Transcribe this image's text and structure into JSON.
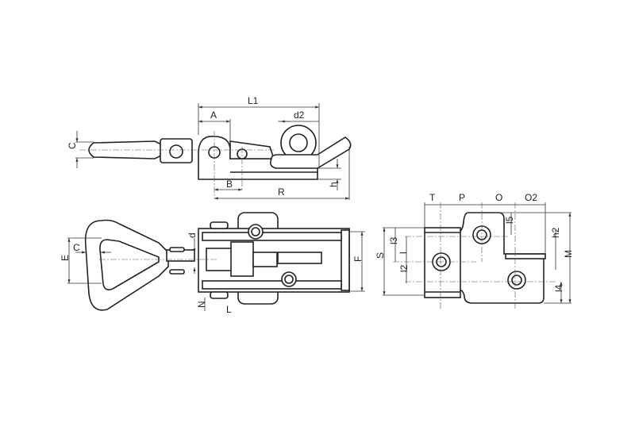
{
  "side_view": {
    "L1": "L1",
    "A": "A",
    "d2": "d2",
    "C": "C",
    "B": "B",
    "R": "R",
    "h": "h"
  },
  "top_view": {
    "E": "E",
    "C": "C",
    "d": "d",
    "N": "N",
    "L": "L",
    "F": "F"
  },
  "plate_view": {
    "T": "T",
    "P": "P",
    "O": "O",
    "O2": "O2",
    "S": "S",
    "l3": "l3",
    "l": "l",
    "l2": "l2",
    "l5": "l5",
    "h2": "h2",
    "M": "M",
    "l4": "l4"
  }
}
